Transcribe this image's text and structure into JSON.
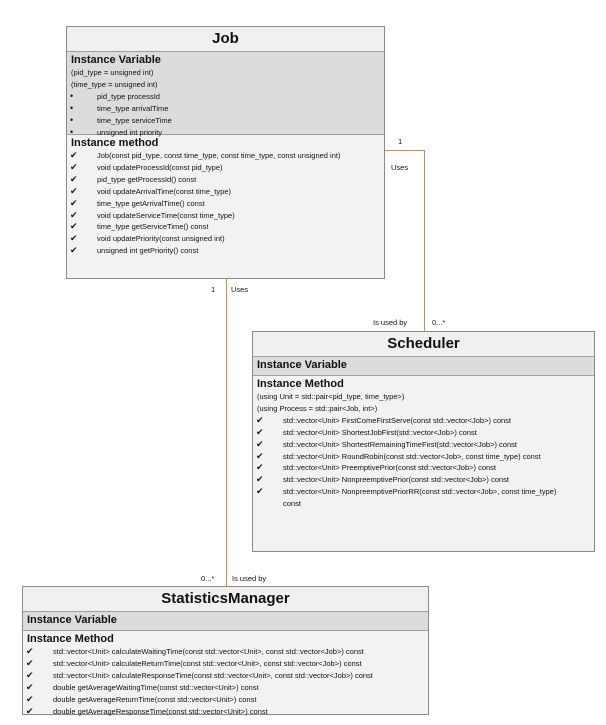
{
  "job": {
    "title": "Job",
    "variable_heading": "Instance Variable",
    "typedefs": [
      "(pid_type = unsigned int)",
      "(time_type = unsigned int)"
    ],
    "variables": [
      "pid_type processId",
      "time_type arrivalTime",
      "time_type serviceTime",
      "unsigned int priority"
    ],
    "method_heading": "Instance method",
    "methods": [
      "Job(const pid_type, const time_type, const time_type, const unsigned int)",
      "void updateProcessId(const pid_type)",
      "pid_type getProcessId() const",
      "void updateArrivalTime(const time_type)",
      "time_type getArrivalTime() const",
      "void updateServiceTime(const time_type)",
      "time_type getServiceTime() const",
      "void updatePriority(const unsigned int)",
      "unsigned int getPriority() const"
    ]
  },
  "scheduler": {
    "title": "Scheduler",
    "variable_heading": "Instance Variable",
    "method_heading": "Instance Method",
    "typedefs": [
      "(using Unit = std::pair<pid_type, time_type>)",
      "(using Process = std::pair<Job, int>)"
    ],
    "methods": [
      "std::vector<Unit> FirstComeFirstServe(const std::vector<Job>) const",
      "std::vector<Unit> ShortestJobFirst(std::vector<Job>) const",
      "std::vector<Unit> ShortestRemainingTimeFirst(std::vector<Job>) const",
      "std::vector<Unit> RoundRobin(const std::vector<Job>, const time_type) const",
      "std::vector<Unit> PreemptivePrior(const std::vector<Job>) const",
      "std::vector<Unit> NonpreemptivePrior(const std::vector<Job>) const",
      "std::vector<Unit> NonpreemptivePriorRR(const std::vector<Job>, const time_type) const"
    ]
  },
  "stats": {
    "title": "StatisticsManager",
    "variable_heading": "Instance Variable",
    "method_heading": "Instance Method",
    "methods": [
      "std::vector<Unit> calculateWaitingTime(const std::vector<Unit>, const std::vector<Job>) const",
      "std::vector<Unit> calculateReturnTime(const std::vector<Unit>, const std::vector<Job>) const",
      "std::vector<Unit> calculateResponseTime(const std::vector<Unit>, const std::vector<Job>) const",
      "double getAverageWaitingTime(const std::vector<Unit>) const",
      "double getAverageReturnTime(const std::vector<Unit>) const",
      "double getAverageResponseTime(const std::vector<Unit>) const"
    ]
  },
  "assoc_job_scheduler": {
    "job_mult": "1",
    "job_role": "Uses",
    "sched_role": "Is used by",
    "sched_mult": "0...*"
  },
  "assoc_job_stats": {
    "job_mult": "1",
    "job_role": "Uses",
    "stats_mult": "0...*",
    "stats_role": "Is used by"
  },
  "colors": {
    "connector": "#e0884a",
    "section": "#dcdcdc",
    "body": "#f2f2f2"
  },
  "bullet_icon": "bullet",
  "check_icon": "checkmark"
}
